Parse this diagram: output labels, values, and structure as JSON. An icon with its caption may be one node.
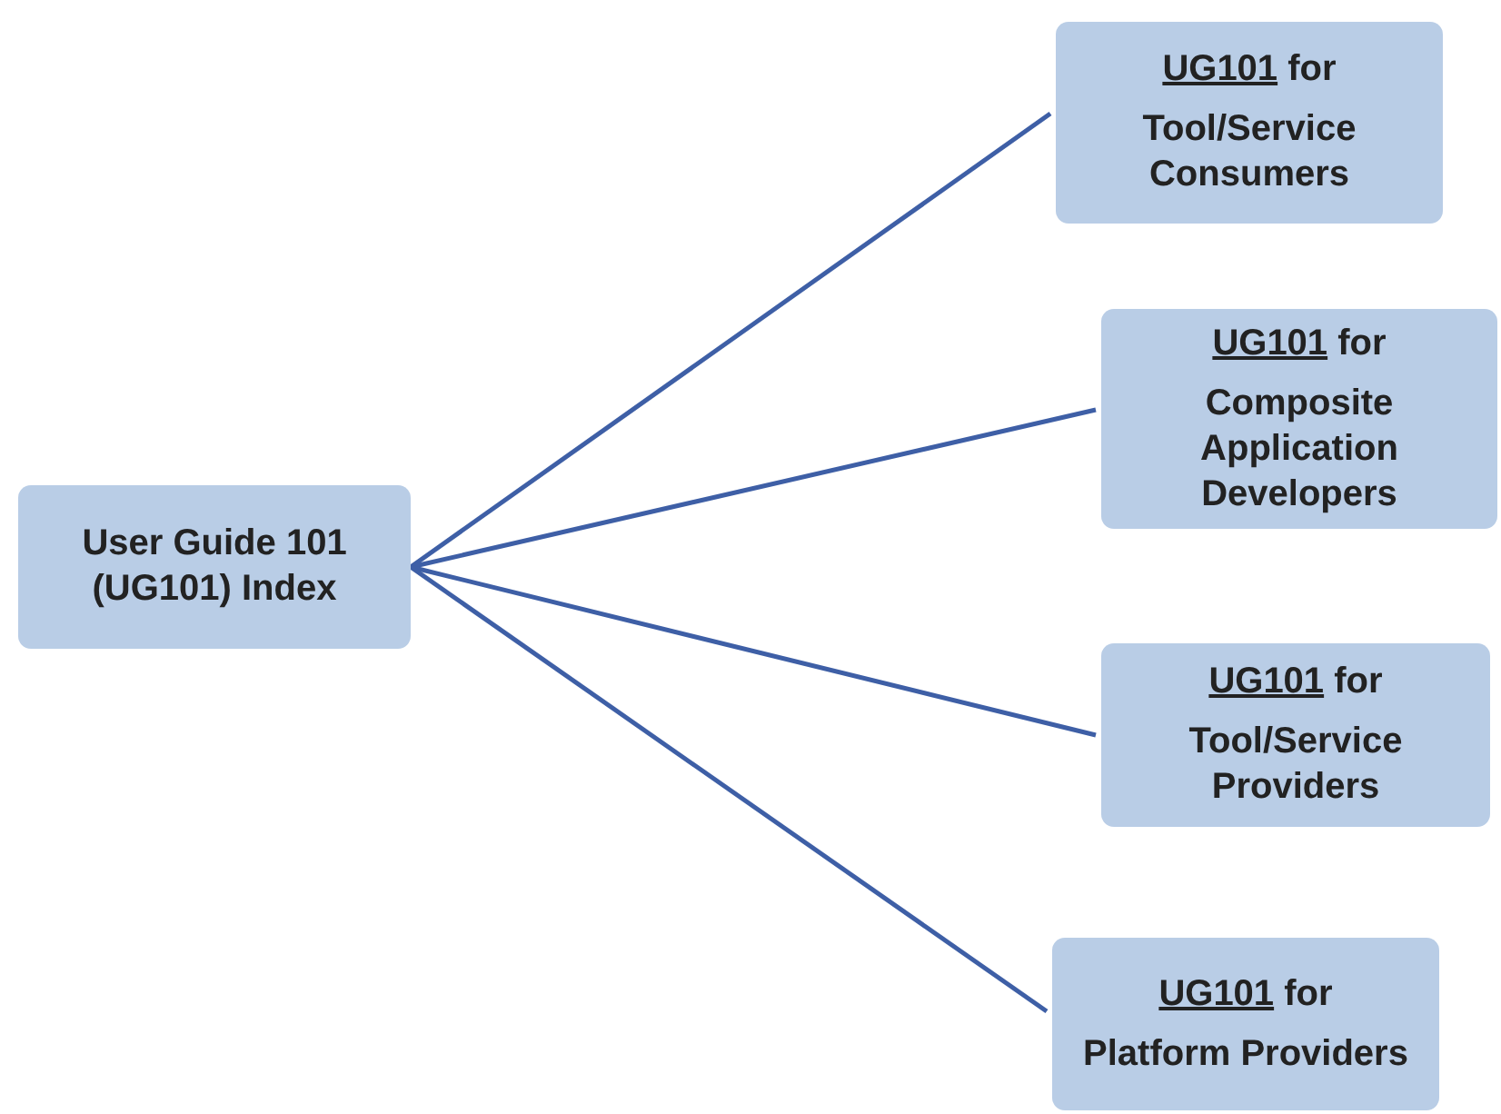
{
  "diagram": {
    "nodes": [
      {
        "text": [
          "User Guide 101 (UG101) Index"
        ]
      },
      {
        "text": [
          "UG101",
          "for",
          "Tool/Service Consumers"
        ]
      },
      {
        "text": [
          "UG101",
          "for",
          "Composite Application Developers"
        ]
      },
      {
        "text": [
          "UG101",
          "for",
          "Tool/Service Providers"
        ]
      },
      {
        "text": [
          "UG101",
          "for",
          "Platform Providers"
        ]
      }
    ],
    "edges": [
      {
        "from": 0,
        "to": 1,
        "arrow": "none"
      },
      {
        "from": 0,
        "to": 2,
        "arrow": "none"
      },
      {
        "from": 0,
        "to": 3,
        "arrow": "none"
      },
      {
        "from": 0,
        "to": 4,
        "arrow": "none"
      }
    ]
  }
}
